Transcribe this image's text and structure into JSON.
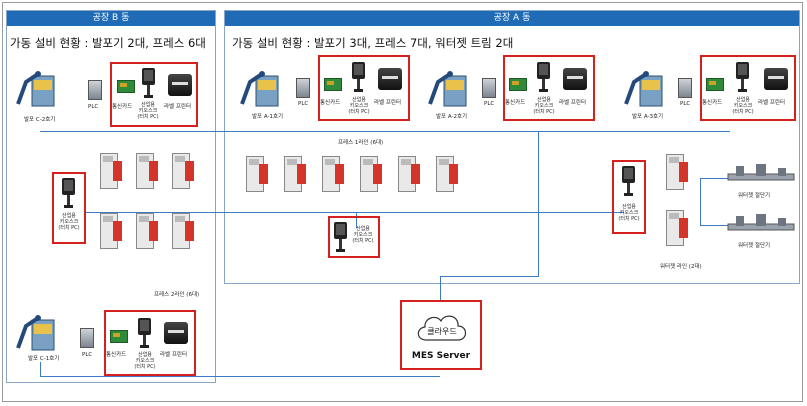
{
  "factories": {
    "b": {
      "header": "공장 B 동",
      "title": "가동 설비 현황 : 발포기 2대, 프레스 6대"
    },
    "a": {
      "header": "공장 A 동",
      "title": "가동 설비 현황 : 발포기 3대, 프레스 7대, 워터젯 트림 2대"
    }
  },
  "labels": {
    "plc": "PLC",
    "comm_card": "통신카드",
    "kiosk_1": "산업용",
    "kiosk_2": "키오스크",
    "kiosk_3": "(터치 PC)",
    "label_printer": "라벨 프린터",
    "foam_c2": "발포 C-2호기",
    "foam_c1": "발포 C-1호기",
    "foam_a1": "발포 A-1호기",
    "foam_a2": "발포 A-2호기",
    "foam_a3": "발포 A-3호기",
    "press_line_1": "프레스 1라인 (6대)",
    "press_line_2": "프레스 2라인 (6대)",
    "waterjet_1": "워터젯 절단기",
    "waterjet_2": "워터젯 절단기",
    "waterjet_line": "워터젯 라인 (2대)"
  },
  "cloud": {
    "label": "클라우드",
    "server": "MES Server"
  },
  "colors": {
    "header_blue": "#1f6bb5",
    "network_line": "#3d7bc8",
    "highlight_red": "#d6201d"
  }
}
